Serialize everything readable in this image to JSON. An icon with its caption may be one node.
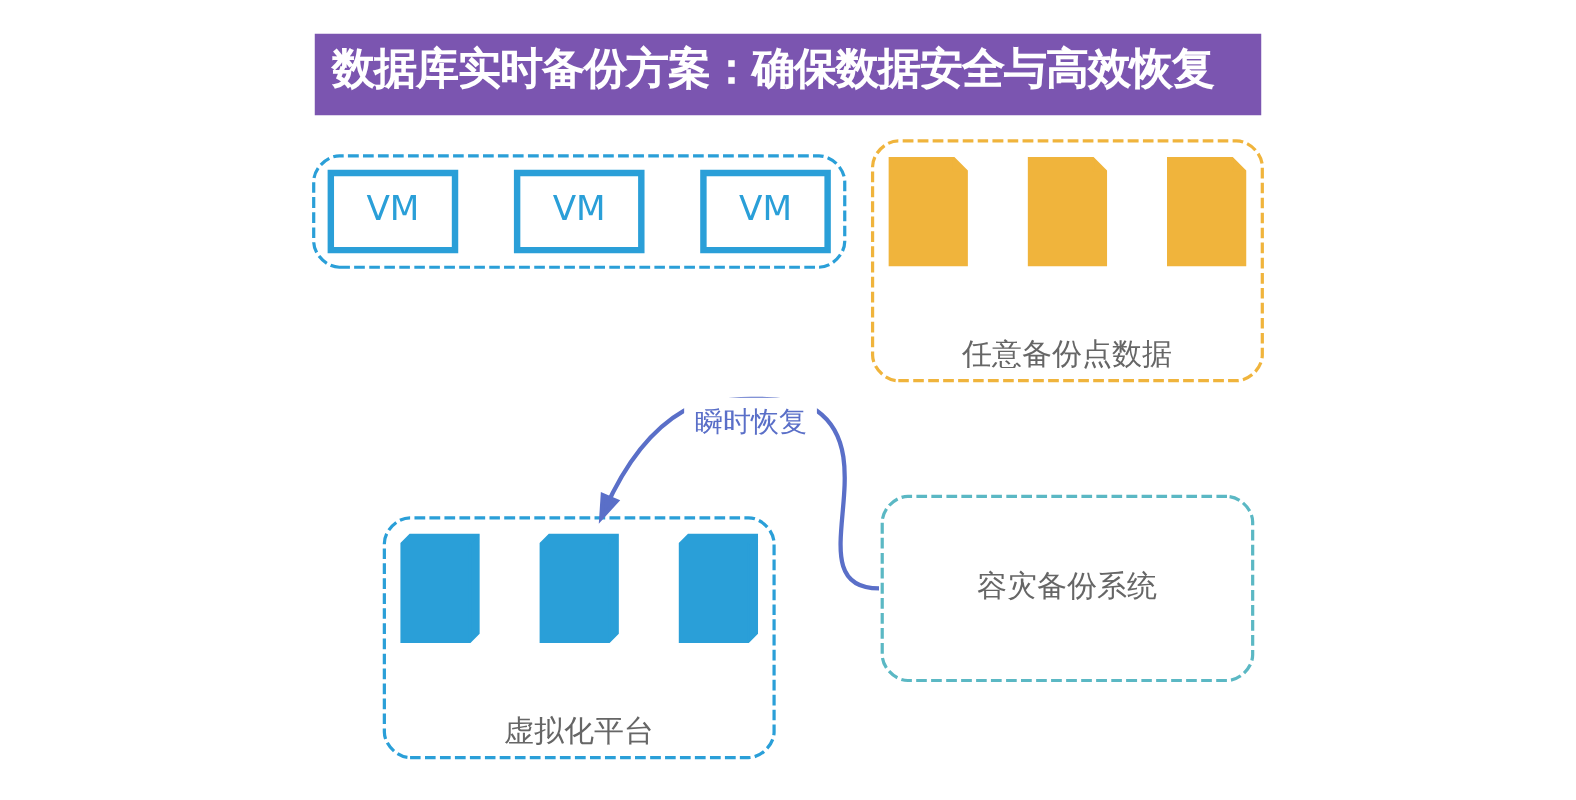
{
  "diagram": {
    "title": "数据库实时备份方案：确保数据安全与高效恢复",
    "nodes": [
      {
        "text": [],
        "shape": "box"
      },
      {
        "text": [
          "VM"
        ],
        "in": 0
      },
      {
        "text": [
          "VM"
        ],
        "in": 0
      },
      {
        "text": [
          "VM"
        ],
        "in": 0
      },
      {
        "text": [
          "虚拟化平台"
        ]
      },
      {
        "text": [],
        "shape": "server",
        "in": 4
      },
      {
        "text": [],
        "shape": "server",
        "in": 4
      },
      {
        "text": [],
        "shape": "server",
        "in": 4
      },
      {
        "text": [
          "任意备份点数据"
        ]
      },
      {
        "text": [],
        "shape": "document",
        "in": 8
      },
      {
        "text": [],
        "shape": "document",
        "in": 8
      },
      {
        "text": [],
        "shape": "document",
        "in": 8
      },
      {
        "text": [
          "容灾备份系统"
        ]
      }
    ],
    "edges": [
      {
        "from": 12,
        "to": 4,
        "arrow": "to",
        "label": "瞬时恢复"
      }
    ]
  }
}
